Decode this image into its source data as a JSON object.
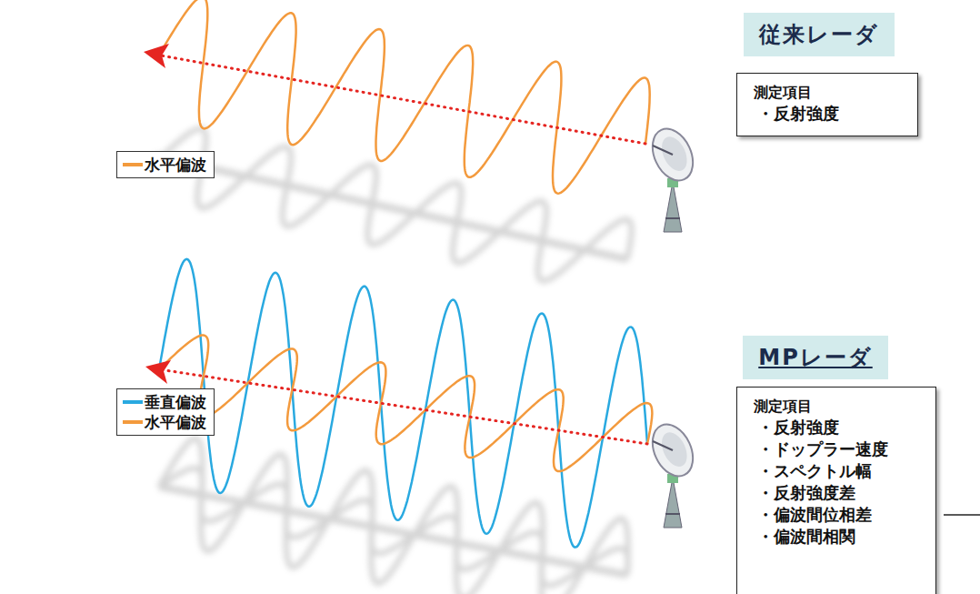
{
  "diagram": {
    "nodes": [
      {
        "text": [
          "従来レーダ"
        ]
      },
      {
        "text": [
          "測定項目",
          "・反射強度"
        ]
      },
      {
        "text": [
          "MPレーダ"
        ]
      },
      {
        "text": [
          "測定項目",
          "・反射強度",
          "・ドップラー速度",
          "・スペクトル幅",
          "・反射強度差",
          "・偏波間位相差",
          "・偏波間相関"
        ]
      }
    ],
    "legend": [
      {
        "text": "水平偏波",
        "color": "#f39a3d"
      },
      {
        "text": "垂直偏波",
        "color": "#29a9e0"
      },
      {
        "text": "水平偏波",
        "color": "#f39a3d"
      }
    ]
  }
}
